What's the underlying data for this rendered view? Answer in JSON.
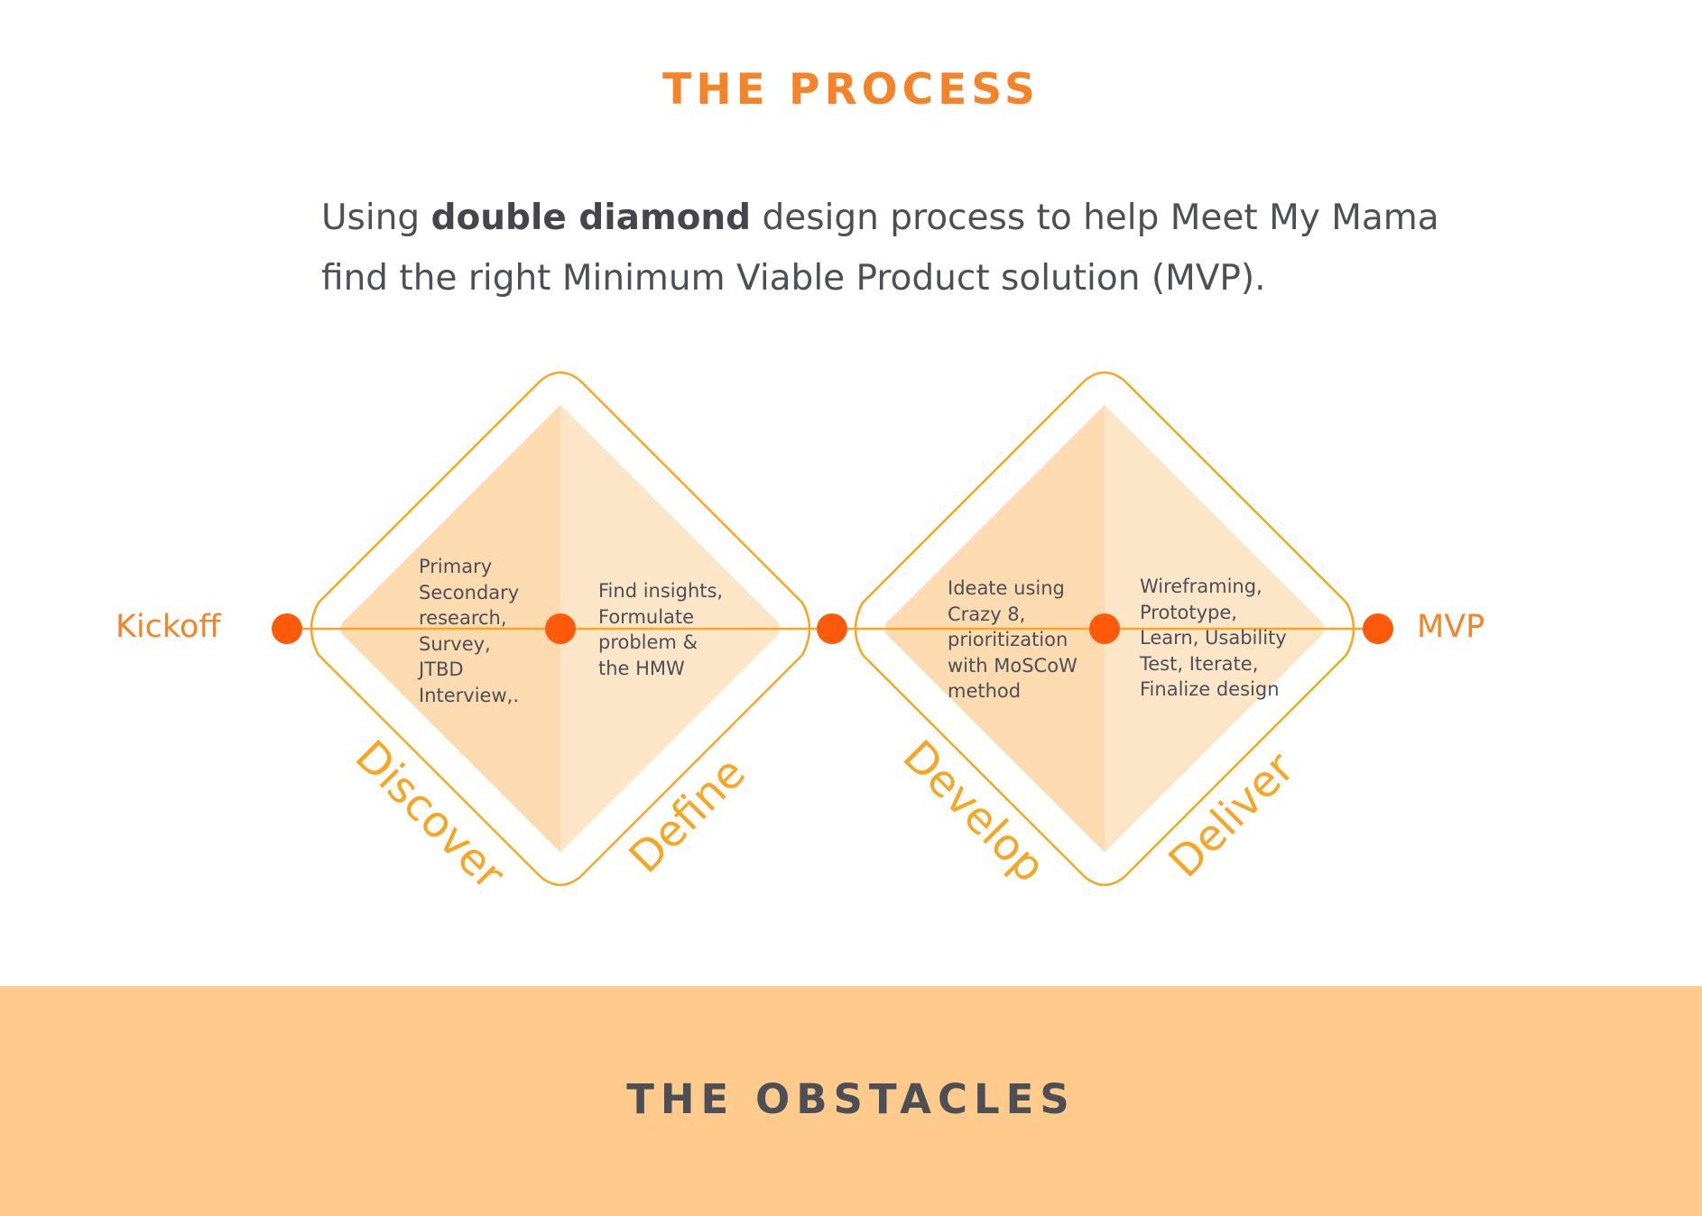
{
  "header": {
    "title": "THE PROCESS"
  },
  "intro": {
    "before": "Using ",
    "bold": "double diamond",
    "line1_rest": " design process to help Meet My Mama",
    "line2": "find the right Minimum Viable Product solution (MVP)."
  },
  "diagram": {
    "start_label": "Kickoff",
    "end_label": "MVP",
    "phases": [
      {
        "name": "Discover",
        "lines": [
          "Primary",
          "Secondary",
          "research,",
          "Survey,",
          "JTBD",
          "Interview,."
        ]
      },
      {
        "name": "Define",
        "lines": [
          "Find insights,",
          "Formulate",
          "problem &",
          "the HMW"
        ]
      },
      {
        "name": "Develop",
        "lines": [
          "Ideate using",
          "Crazy 8,",
          "prioritization",
          "with MoSCoW",
          "method"
        ]
      },
      {
        "name": "Deliver",
        "lines": [
          "Wireframing,",
          "Prototype,",
          "Learn, Usability",
          "Test, Iterate,",
          "Finalize design"
        ]
      }
    ],
    "colors": {
      "outline": "#f6a623",
      "fill_left": "#fddbb0",
      "fill_right": "#fde5c7",
      "node": "#ff5a0a",
      "phase_label": "#f6a623"
    }
  },
  "footer": {
    "title": "THE OBSTACLES",
    "band_color": "#fecb8d"
  }
}
